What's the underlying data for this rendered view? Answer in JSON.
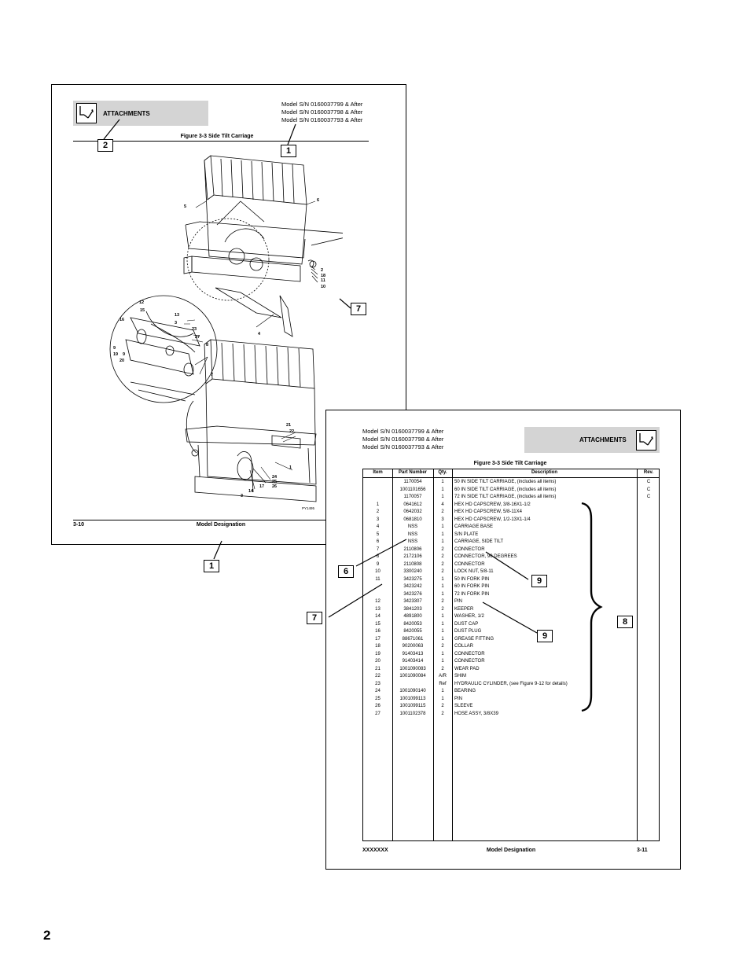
{
  "left_page": {
    "tab_label": "ATTACHMENTS",
    "model_lines": [
      "Model S/N 0160037799 & After",
      "Model S/N 0160037798 & After",
      "Model S/N 0160037793 & After"
    ],
    "figure_title": "Figure 3-3 Side Tilt Carriage",
    "footer_left": "3-10",
    "footer_center": "Model Designation",
    "figure_code": "PY1495",
    "item_labels": [
      "5",
      "6",
      "2",
      "18",
      "11",
      "10",
      "4",
      "12",
      "13",
      "15",
      "3",
      "16",
      "23",
      "27",
      "8",
      "9",
      "19",
      "9",
      "20",
      "7",
      "21",
      "22",
      "1",
      "24",
      "25",
      "26",
      "17",
      "14",
      "3"
    ]
  },
  "right_page": {
    "tab_label": "ATTACHMENTS",
    "model_lines": [
      "Model S/N 0160037799 & After",
      "Model S/N 0160037798 & After",
      "Model S/N 0160037793 & After"
    ],
    "figure_title": "Figure 3-3 Side Tilt Carriage",
    "table_headers": {
      "item": "Item",
      "part": "Part Number",
      "qty": "Qty.",
      "desc": "Description",
      "rev": "Rev."
    },
    "rows": [
      {
        "item": "",
        "part": "1170054",
        "qty": "1",
        "desc": "50 IN SIDE TILT CARRIAGE, (includes all items)",
        "rev": "C"
      },
      {
        "item": "",
        "part": "1001101656",
        "qty": "1",
        "desc": "60 IN SIDE TILT CARRIAGE, (includes all items)",
        "rev": "C"
      },
      {
        "item": "",
        "part": "1170057",
        "qty": "1",
        "desc": "72 IN SIDE TILT CARRIAGE, (includes all items)",
        "rev": "C"
      },
      {
        "item": "1",
        "part": "0641612",
        "qty": "4",
        "desc": "HEX HD CAPSCREW, 3/8-16X1-1/2",
        "rev": ""
      },
      {
        "item": "2",
        "part": "0642032",
        "qty": "2",
        "desc": "HEX HD CAPSCREW, 5/8-11X4",
        "rev": ""
      },
      {
        "item": "3",
        "part": "0681810",
        "qty": "3",
        "desc": "HEX HD CAPSCREW, 1/2-13X1-1/4",
        "rev": ""
      },
      {
        "item": "4",
        "part": "NSS",
        "qty": "1",
        "desc": "CARRIAGE BASE",
        "rev": ""
      },
      {
        "item": "5",
        "part": "NSS",
        "qty": "1",
        "desc": "S/N PLATE",
        "rev": ""
      },
      {
        "item": "6",
        "part": "NSS",
        "qty": "1",
        "desc": "CARRIAGE, SIDE TILT",
        "rev": ""
      },
      {
        "item": "7",
        "part": "2110806",
        "qty": "2",
        "desc": "CONNECTOR",
        "rev": ""
      },
      {
        "item": "8",
        "part": "2172106",
        "qty": "2",
        "desc": "CONNECTOR, 90 DEGREES",
        "rev": ""
      },
      {
        "item": "9",
        "part": "2110808",
        "qty": "2",
        "desc": "CONNECTOR",
        "rev": ""
      },
      {
        "item": "10",
        "part": "3300240",
        "qty": "2",
        "desc": "LOCK NUT, 5/8-11",
        "rev": ""
      },
      {
        "item": "11",
        "part": "3423275",
        "qty": "1",
        "desc": "50 IN FORK PIN",
        "rev": ""
      },
      {
        "item": "",
        "part": "3423242",
        "qty": "1",
        "desc": "60 IN FORK PIN",
        "rev": ""
      },
      {
        "item": "",
        "part": "3423276",
        "qty": "1",
        "desc": "72 IN FORK PIN",
        "rev": ""
      },
      {
        "item": "12",
        "part": "3423307",
        "qty": "2",
        "desc": "PIN",
        "rev": ""
      },
      {
        "item": "13",
        "part": "3841203",
        "qty": "2",
        "desc": "KEEPER",
        "rev": ""
      },
      {
        "item": "14",
        "part": "4891800",
        "qty": "1",
        "desc": "WASHER, 1/2",
        "rev": ""
      },
      {
        "item": "15",
        "part": "8420053",
        "qty": "1",
        "desc": "DUST CAP",
        "rev": ""
      },
      {
        "item": "16",
        "part": "8420055",
        "qty": "1",
        "desc": "DUST PLUG",
        "rev": ""
      },
      {
        "item": "17",
        "part": "88671061",
        "qty": "1",
        "desc": "GREASE FITTING",
        "rev": ""
      },
      {
        "item": "18",
        "part": "90200063",
        "qty": "2",
        "desc": "COLLAR",
        "rev": ""
      },
      {
        "item": "19",
        "part": "91403413",
        "qty": "1",
        "desc": "CONNECTOR",
        "rev": ""
      },
      {
        "item": "20",
        "part": "91403414",
        "qty": "1",
        "desc": "CONNECTOR",
        "rev": ""
      },
      {
        "item": "21",
        "part": "1001090083",
        "qty": "2",
        "desc": "WEAR PAD",
        "rev": ""
      },
      {
        "item": "22",
        "part": "1001090084",
        "qty": "A/R",
        "desc": "SHIM",
        "rev": ""
      },
      {
        "item": "23",
        "part": "",
        "qty": "Ref",
        "desc": "HYDRAULIC CYLINDER, (see Figure 9-12 for details)",
        "rev": ""
      },
      {
        "item": "24",
        "part": "1001090140",
        "qty": "1",
        "desc": "BEARING",
        "rev": ""
      },
      {
        "item": "25",
        "part": "1001099113",
        "qty": "1",
        "desc": "PIN",
        "rev": ""
      },
      {
        "item": "26",
        "part": "1001099115",
        "qty": "2",
        "desc": "SLEEVE",
        "rev": ""
      },
      {
        "item": "27",
        "part": "1001102378",
        "qty": "2",
        "desc": "HOSE ASSY, 3/8X39",
        "rev": ""
      }
    ],
    "footer_left": "XXXXXXX",
    "footer_center": "Model Designation",
    "footer_right": "3-11"
  },
  "callouts": {
    "c1a": "1",
    "c1b": "1",
    "c2": "2",
    "c6": "6",
    "c7a": "7",
    "c7b": "7",
    "c8": "8",
    "c9a": "9",
    "c9b": "9"
  },
  "page_number": "2"
}
